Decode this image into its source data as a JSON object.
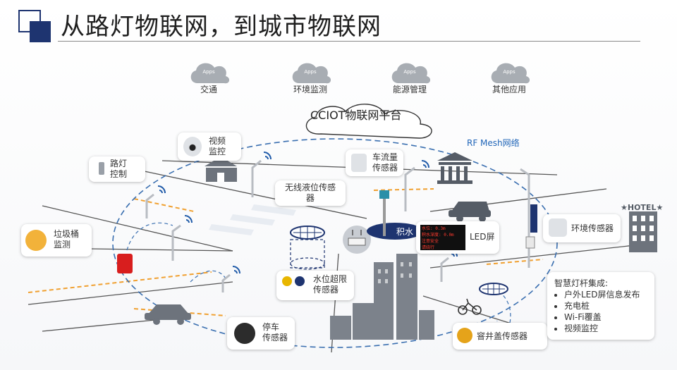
{
  "header": {
    "title": "从路灯物联网，到城市物联网"
  },
  "apps": [
    {
      "badge": "Apps",
      "label": "交通"
    },
    {
      "badge": "Apps",
      "label": "环境监测"
    },
    {
      "badge": "Apps",
      "label": "能源管理"
    },
    {
      "badge": "Apps",
      "label": "其他应用"
    }
  ],
  "platform": {
    "label": "CCIOT物联网平台"
  },
  "network": {
    "label": "RF Mesh网络"
  },
  "devices": {
    "video": {
      "line1": "视频",
      "line2": "监控"
    },
    "streetlight": {
      "line1": "路灯",
      "line2": "控制"
    },
    "trash": {
      "line1": "垃圾桶",
      "line2": "监测"
    },
    "traffic": {
      "line1": "车流量",
      "line2": "传感器"
    },
    "liquid": {
      "line1": "无线液位传感",
      "line2": "器"
    },
    "water_limit": {
      "line1": "水位超限",
      "line2": "传感器"
    },
    "parking": {
      "line1": "停车",
      "line2": "传感器"
    },
    "manhole": {
      "label": "窨井盖传感器"
    },
    "led": {
      "label": "LED屏"
    },
    "env": {
      "label": "环境传感器"
    },
    "ponding": {
      "label": "积水"
    }
  },
  "led_screen": {
    "row1": "水位: 0.3m",
    "row2": "积水深度: 0.0m",
    "row3": "注意安全",
    "row4": "请绕行"
  },
  "hotel": {
    "sign": "HOTEL"
  },
  "integration": {
    "title": "智慧灯杆集成:",
    "items": [
      "户外LED屏信息发布",
      "充电桩",
      "Wi-Fi覆盖",
      "视频监控"
    ]
  }
}
